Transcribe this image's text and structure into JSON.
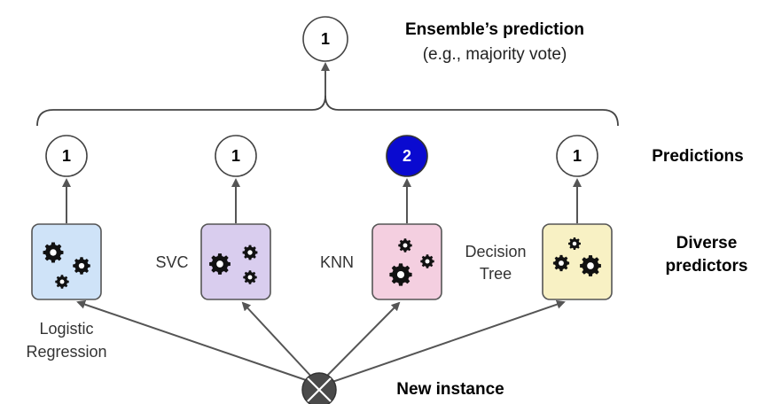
{
  "ensemble": {
    "value": "1",
    "title": "Ensemble’s prediction",
    "subtitle": "(e.g., majority vote)"
  },
  "predictors": [
    {
      "name_line1": "Logistic",
      "name_line2": "Regression",
      "prediction": "1",
      "box_color": "#cfe3f8",
      "highlight": false
    },
    {
      "name_line1": "SVC",
      "name_line2": "",
      "prediction": "1",
      "box_color": "#d9cdee",
      "highlight": false
    },
    {
      "name_line1": "KNN",
      "name_line2": "",
      "prediction": "2",
      "box_color": "#f4cfe0",
      "highlight": true
    },
    {
      "name_line1": "Decision",
      "name_line2": "Tree",
      "prediction": "1",
      "box_color": "#f8f1c4",
      "highlight": false
    }
  ],
  "labels": {
    "predictions": "Predictions",
    "diverse_line1": "Diverse",
    "diverse_line2": "predictors",
    "new_instance": "New instance"
  },
  "icons": {
    "predictor": "gears-icon",
    "instance": "crossed-circle-icon"
  },
  "colors": {
    "highlight_fill": "#0a0ad0",
    "normal_fill": "#ffffff",
    "arrow": "#555555"
  }
}
